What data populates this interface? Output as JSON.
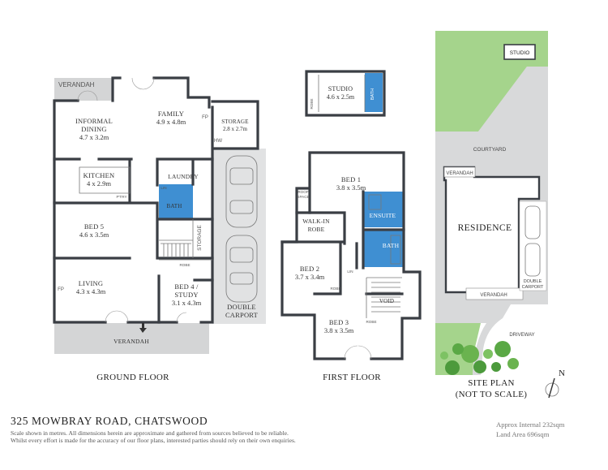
{
  "ground_floor": {
    "label": "GROUND FLOOR",
    "rooms": [
      {
        "id": "verandah-top",
        "name": "VERANDAH",
        "dims": ""
      },
      {
        "id": "informal-dining",
        "name": "INFORMAL\nDINING",
        "dims": "4.7 x 3.2m"
      },
      {
        "id": "family",
        "name": "FAMILY",
        "dims": "4.9 x 4.8m"
      },
      {
        "id": "storage",
        "name": "STORAGE",
        "dims": "2.8 x 2.7m"
      },
      {
        "id": "kitchen",
        "name": "KITCHEN",
        "dims": "4 x 2.9m"
      },
      {
        "id": "laundry",
        "name": "LAUNDRY",
        "dims": ""
      },
      {
        "id": "bath",
        "name": "BATH",
        "dims": ""
      },
      {
        "id": "bed5",
        "name": "BED 5",
        "dims": "4.6 x 3.5m"
      },
      {
        "id": "living",
        "name": "LIVING",
        "dims": "4.3 x 4.3m"
      },
      {
        "id": "bed4",
        "name": "BED 4 /\nSTUDY",
        "dims": "3.1 x 4.3m"
      },
      {
        "id": "verandah-bottom",
        "name": "VERANDAH",
        "dims": ""
      }
    ],
    "small_labels": {
      "fp_family": "FP",
      "hw": "HW",
      "fp_living": "FP",
      "storage_vertical": "STORAGE",
      "robe": "ROBE",
      "pantry": "P'TRY",
      "lin": "LIN"
    },
    "carport": "DOUBLE\nCARPORT"
  },
  "first_floor": {
    "label": "FIRST FLOOR",
    "rooms": [
      {
        "id": "studio",
        "name": "STUDIO",
        "dims": "4.6 x 2.5m"
      },
      {
        "id": "bed1",
        "name": "BED 1",
        "dims": "3.8 x 3.5m"
      },
      {
        "id": "walk-in-robe",
        "name": "WALK-IN\nROBE",
        "dims": ""
      },
      {
        "id": "ensuite",
        "name": "ENSUITE",
        "dims": ""
      },
      {
        "id": "bath1",
        "name": "BATH",
        "dims": ""
      },
      {
        "id": "bed2",
        "name": "BED 2",
        "dims": "3.7 x 3.4m"
      },
      {
        "id": "bed3",
        "name": "BED 3",
        "dims": "3.8 x 3.5m"
      },
      {
        "id": "void",
        "name": "VOID",
        "dims": ""
      }
    ],
    "small_labels": {
      "studio_bath": "BATH",
      "studio_robe": "ROBE",
      "roof_space": "ROOF\nSPACE",
      "robe_bed2": "ROBE",
      "robe_bed3": "ROBE",
      "lin": "LIN"
    }
  },
  "site_plan": {
    "label": "SITE PLAN\n(NOT TO SCALE)",
    "studio": "STUDIO",
    "courtyard": "COURTYARD",
    "verandah_top": "VERANDAH",
    "residence": "RESIDENCE",
    "verandah_bottom": "VERANDAH",
    "double_carport": "DOUBLE\nCARPORT",
    "driveway": "DRIVEWAY",
    "north": "N"
  },
  "footer": {
    "address": "325 MOWBRAY ROAD, CHATSWOOD",
    "disclaimer_line1": "Scale shown in metres. All dimensions herein are approximate and gathered from sources believed to be  reliable.",
    "disclaimer_line2": "Whilst every effort is made for the accuracy of our floor plans, interested parties should rely on their own enquiries.",
    "internal_area": "Approx Internal 232sqm",
    "land_area": "Land Area 696sqm"
  },
  "colors": {
    "wall": "#3a3e44",
    "verandah": "#d4d5d6",
    "carport": "#e1e2e3",
    "wet_area": "#3f8fd2",
    "lawn": "#a5d48c",
    "path": "#d8d9da"
  }
}
